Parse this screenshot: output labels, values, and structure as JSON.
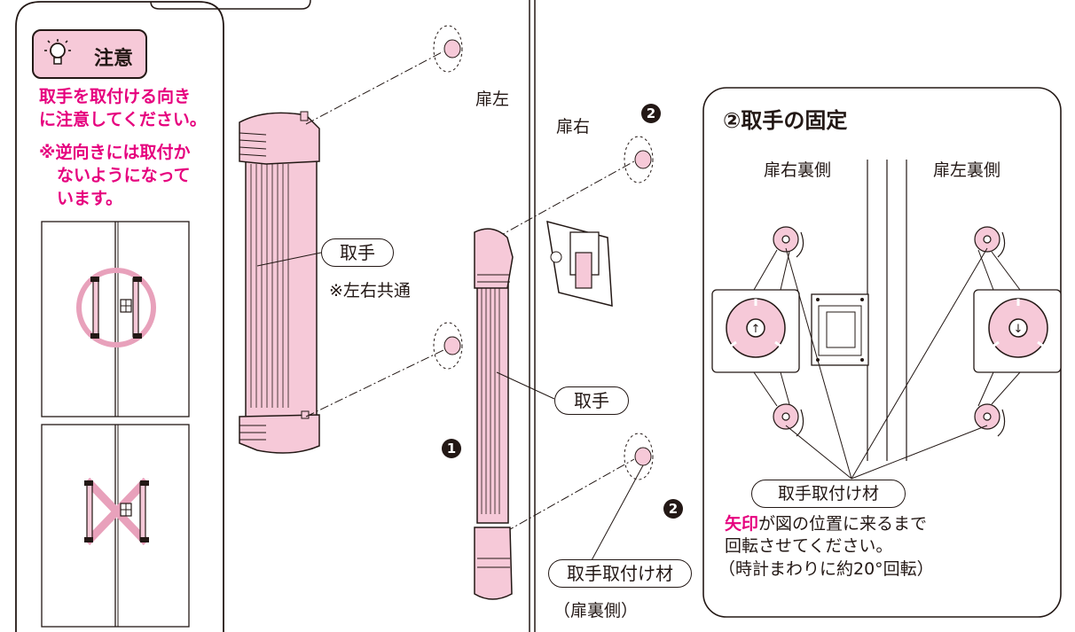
{
  "caution": {
    "icon": "lightbulb-icon",
    "title": "注意",
    "lines": [
      "取手を取付ける向き",
      "に注意してください。",
      "※逆向きには取付か",
      "ないようになって",
      "います。"
    ]
  },
  "labels": {
    "door_left": "扉左",
    "door_right": "扉右",
    "handle_1": "取手",
    "common_note": "※左右共通",
    "handle_2": "取手",
    "mount_material": "取手取付け材",
    "back_side": "（扉裏側）"
  },
  "steps": {
    "one": "1",
    "two": "2"
  },
  "detail": {
    "title": "②取手の固定",
    "right_back": "扉右裏側",
    "left_back": "扉左裏側",
    "mount_label": "取手取付け材",
    "instruction_highlight": "矢印",
    "instruction_rest": "が図の位置に来るまで",
    "instruction_line2": "回転させてください。",
    "instruction_line3": "（時計まわりに約20°回転）"
  },
  "colors": {
    "accent": "#e6007e",
    "pink_fill": "#f6c9d8",
    "ink": "#231815"
  }
}
